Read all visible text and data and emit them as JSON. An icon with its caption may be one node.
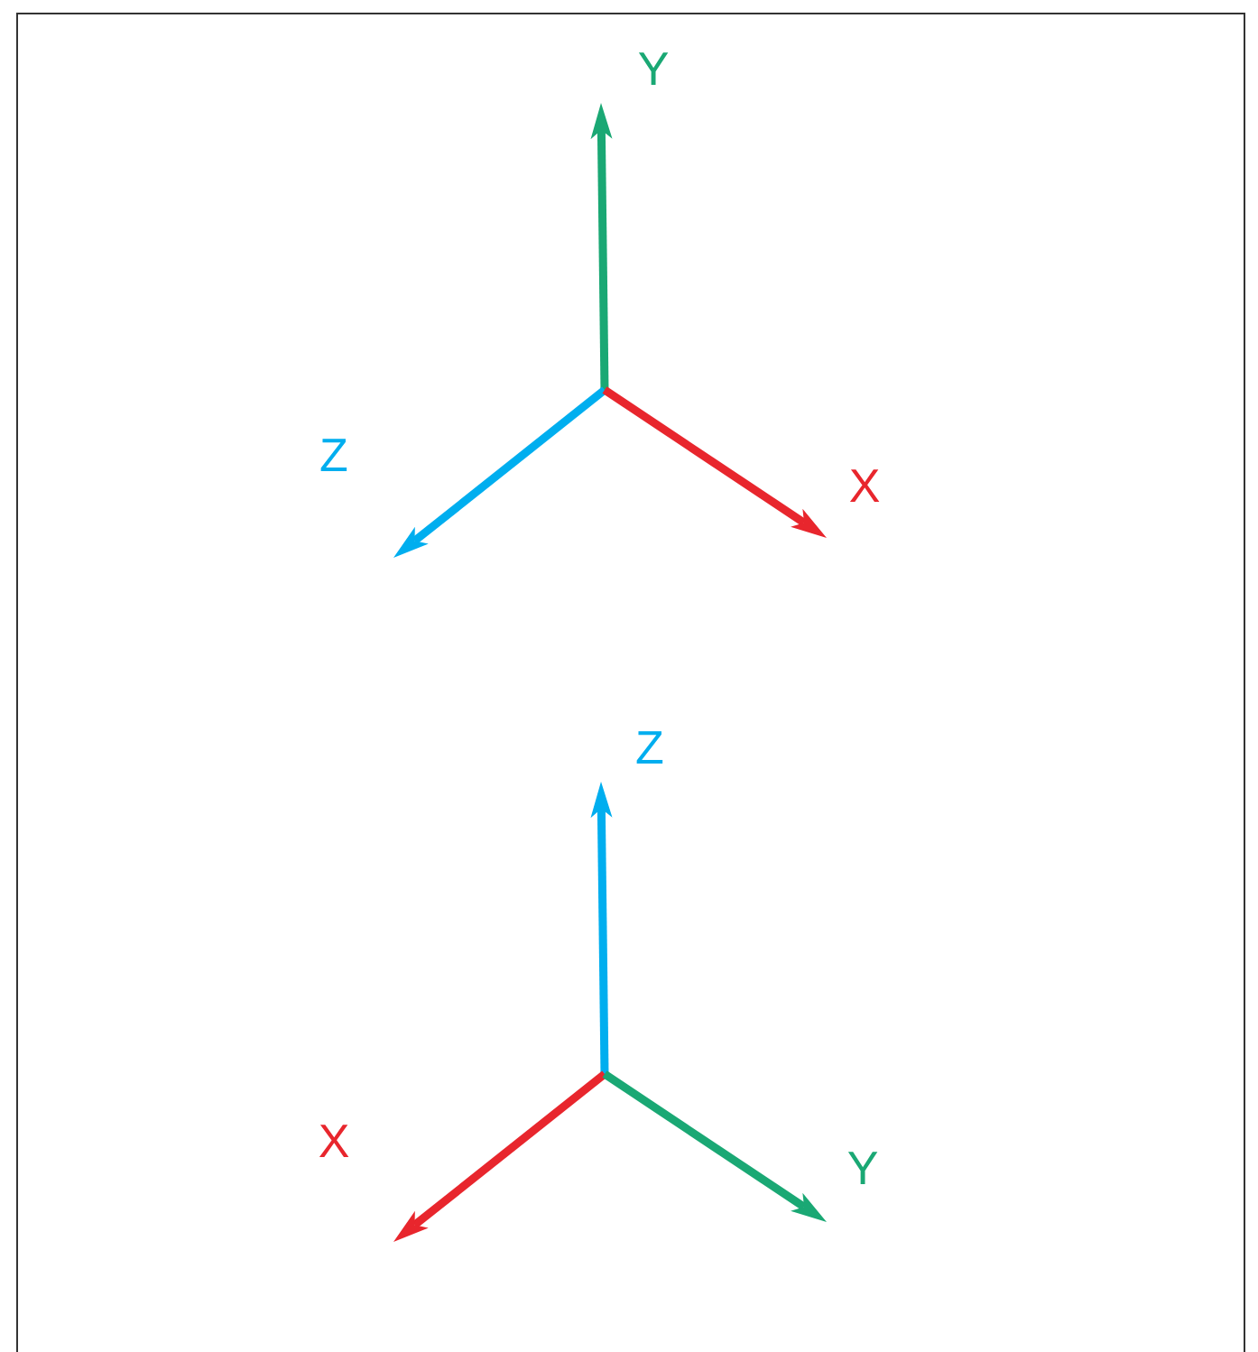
{
  "diagram": {
    "labels": [
      "Y",
      "Z",
      "X",
      "Z",
      "X",
      "Y"
    ]
  }
}
